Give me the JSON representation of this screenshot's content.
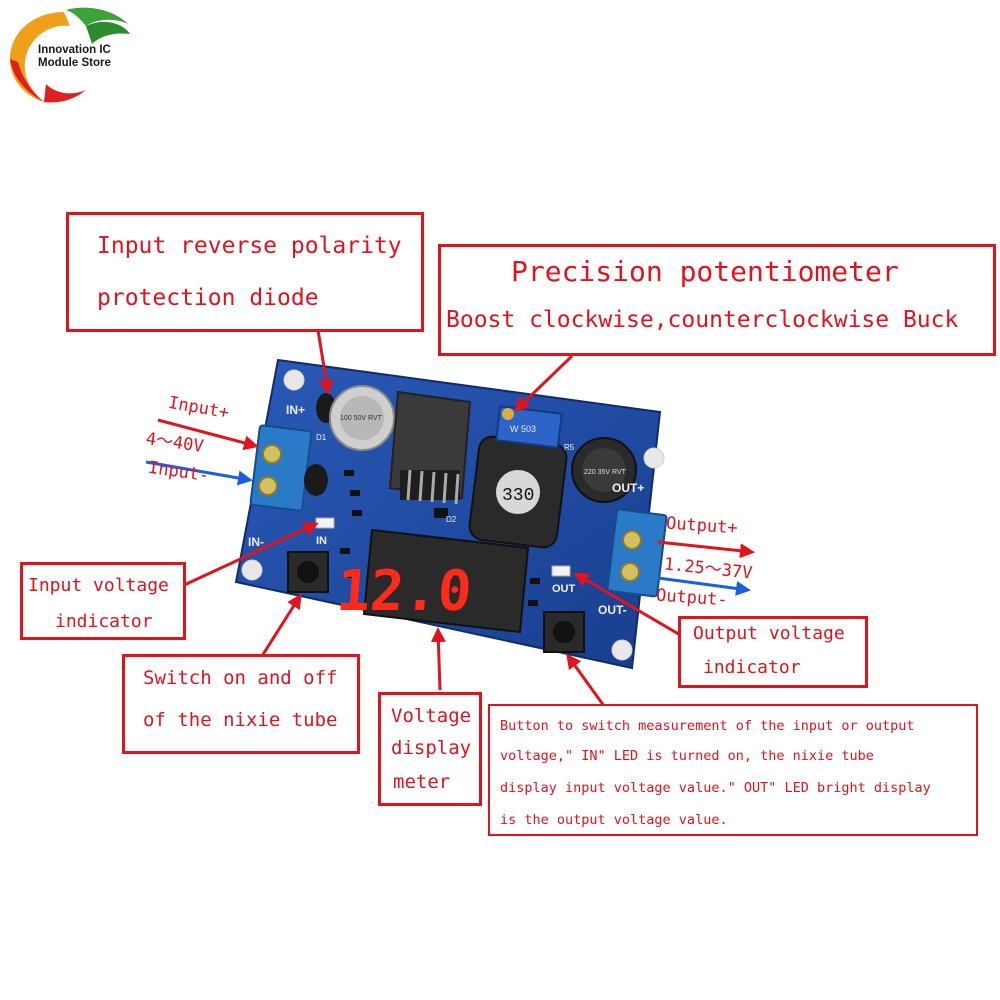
{
  "brand": {
    "line1": "Innovation IC",
    "line2": "Module Store"
  },
  "callouts": {
    "diode": {
      "line1": "Input reverse polarity",
      "line2": "protection diode"
    },
    "pot": {
      "line1": "Precision potentiometer",
      "line2": "Boost clockwise,counterclockwise Buck"
    },
    "input_indicator": {
      "line1": "Input voltage",
      "line2": "indicator"
    },
    "switch": {
      "line1": "Switch on and off",
      "line2": "of the nixie tube"
    },
    "display": {
      "line1": "Voltage",
      "line2": "display",
      "line3": "meter"
    },
    "button": {
      "line1": "Button to switch measurement of the input or output",
      "line2": "voltage,\" IN\" LED is turned on, the  nixie tube",
      "line3": "display input voltage value.\" OUT\" LED bright display",
      "line4": "is the output voltage value."
    },
    "output_indicator": {
      "line1": "Output voltage",
      "line2": "indicator"
    }
  },
  "terminals": {
    "input_plus": "Input+",
    "input_range": "4～40V",
    "input_minus": "Input-",
    "output_plus": "Output+",
    "output_range": "1.25～37V",
    "output_minus": "Output-"
  },
  "board": {
    "in_plus": "IN+",
    "in_minus": "IN-",
    "out_plus": "OUT+",
    "out_minus": "OUT-",
    "in_led": "IN",
    "out_led": "OUT",
    "inductor": "330",
    "cap1": "100 50V RVT",
    "cap2": "220 35V RVT",
    "pot": "W 503",
    "display": "12.0",
    "d1": "D1",
    "d2": "D2",
    "r5": "R5"
  },
  "colors": {
    "accent": "#e0141e",
    "pcb": "#1f4aa6",
    "arrow_blue": "#1a5fe0",
    "segment": "#ff2a1a"
  }
}
